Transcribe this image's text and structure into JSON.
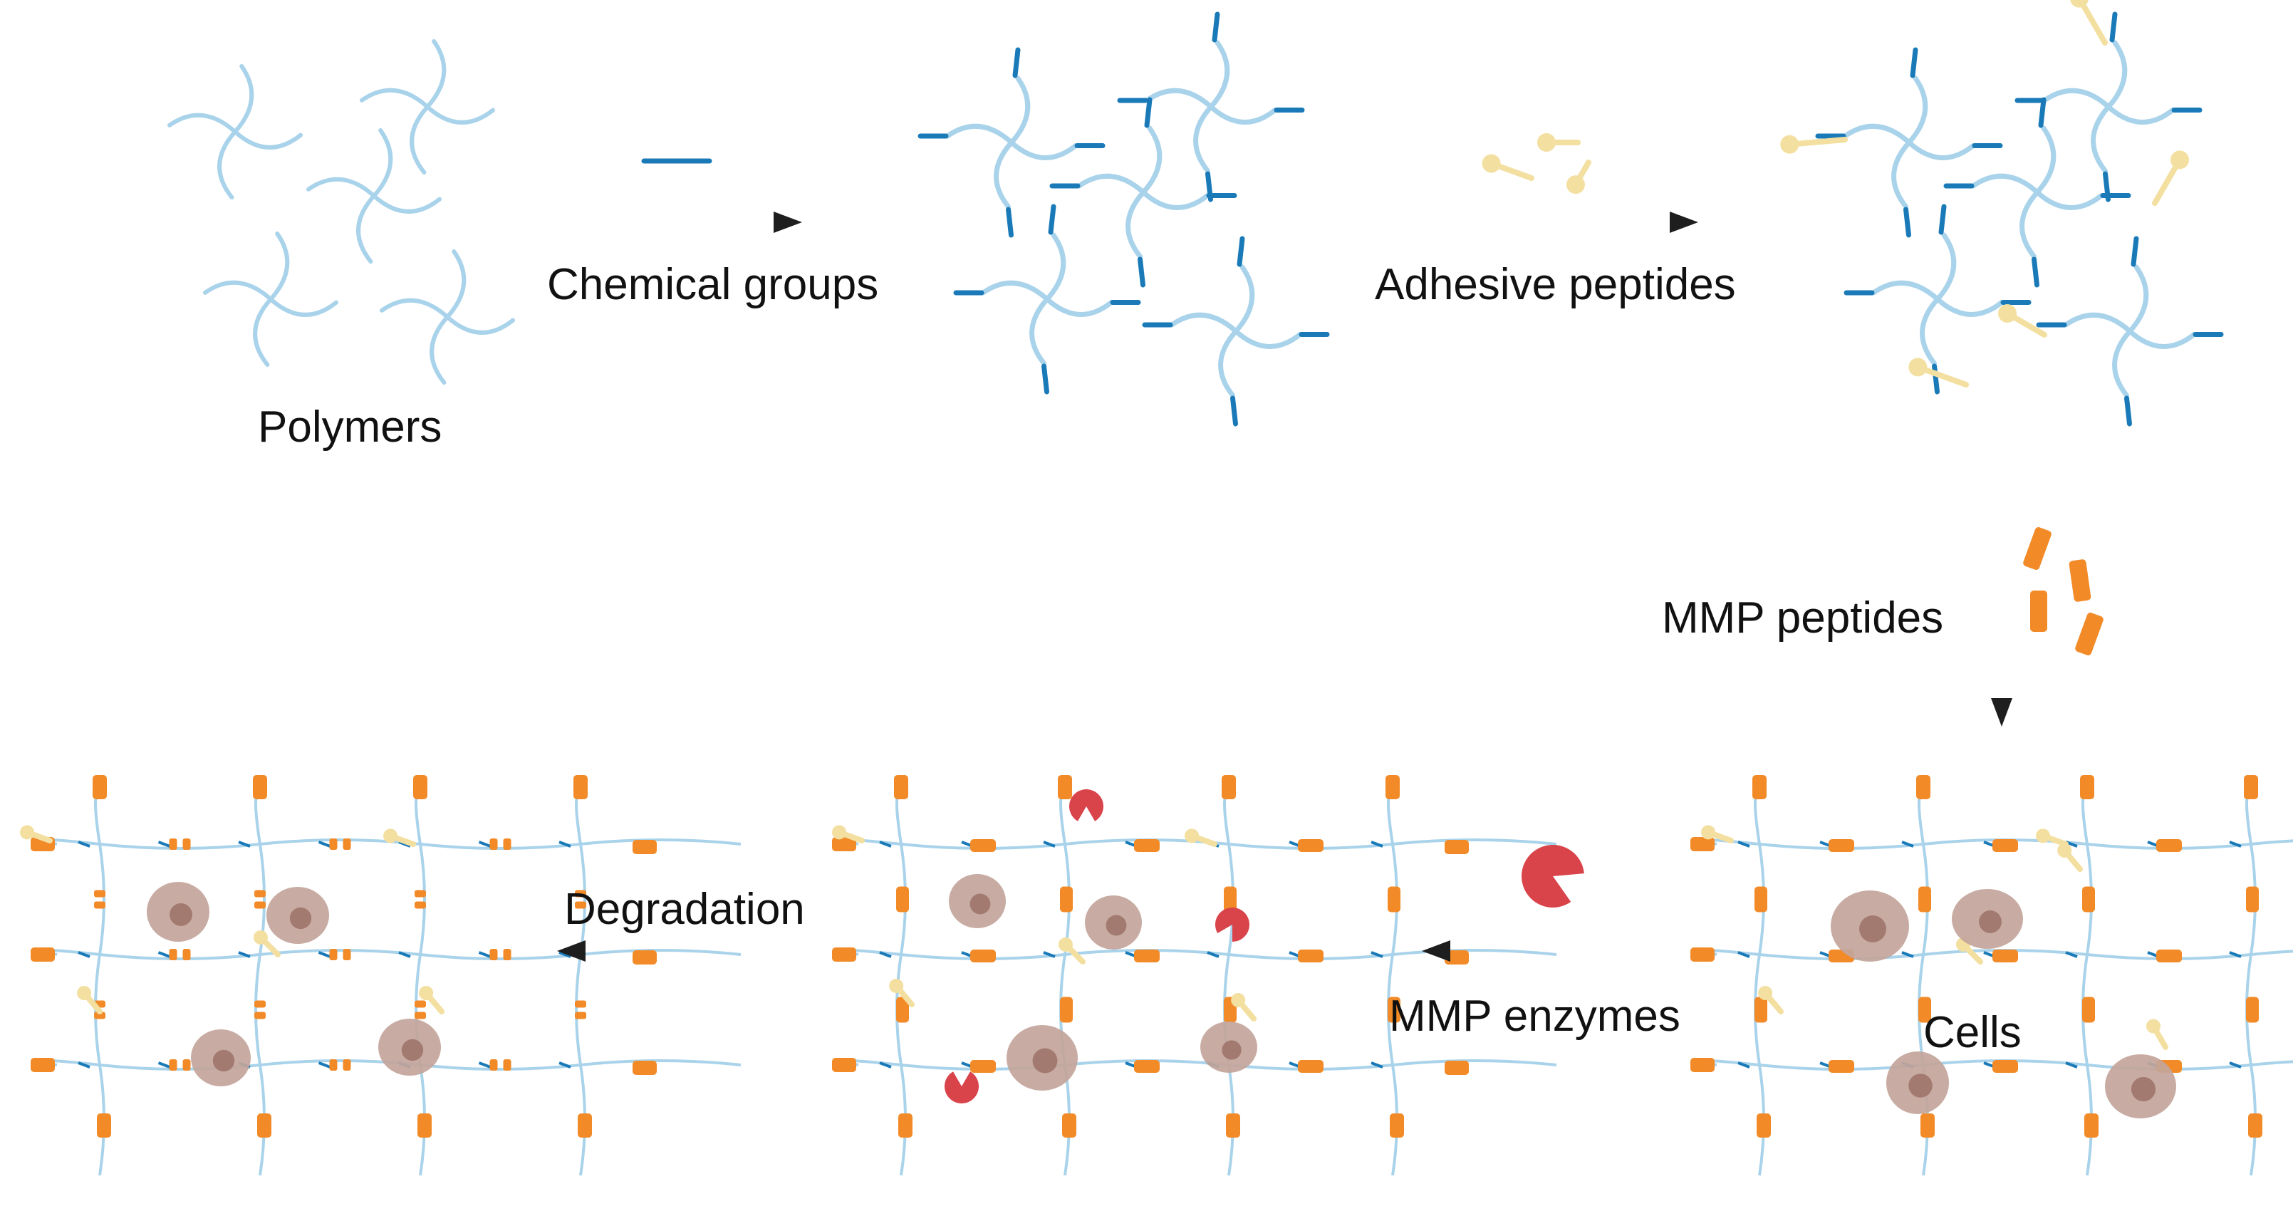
{
  "labels": {
    "polymers": "Polymers",
    "chemical_groups": "Chemical groups",
    "adhesive_peptides": "Adhesive peptides",
    "mmp_peptides": "MMP peptides",
    "mmp_enzymes": "MMP enzymes",
    "degradation": "Degradation",
    "cells": "Cells"
  },
  "colors": {
    "polymer": "#a9d3ea",
    "chemical_group": "#1a7ab8",
    "adhesive_peptide": "#f3dfa0",
    "mmp_peptide": "#f28a27",
    "mmp_enzyme": "#d9434a",
    "cell": "#c3a59b",
    "nucleus": "#a37a70",
    "arrow": "#1e1e1e"
  }
}
